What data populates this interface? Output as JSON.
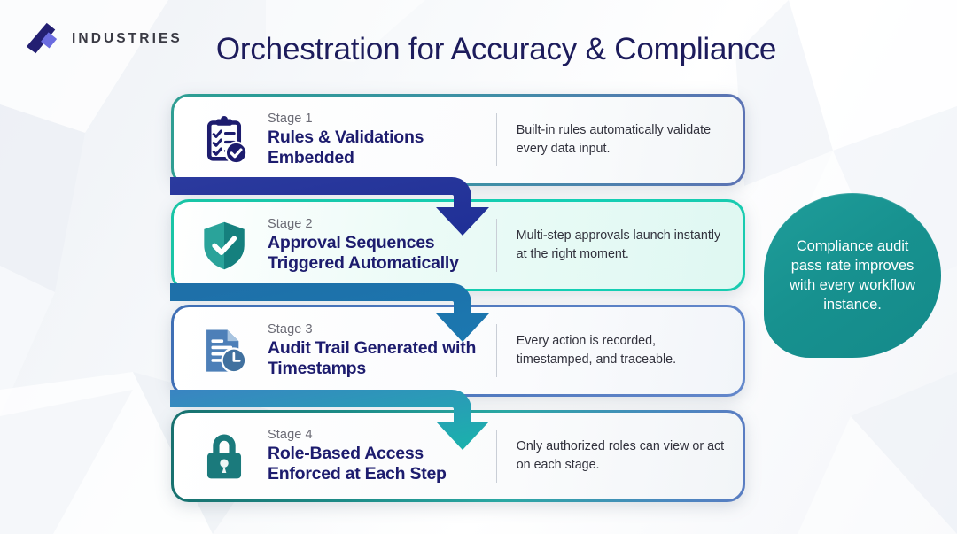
{
  "brand": {
    "name": "INDUSTRIES",
    "logo_icon": "logo-diamond-slash-icon",
    "logo_dark_color": "#231f72",
    "logo_light_color": "#6b6ce0"
  },
  "header": {
    "title": "Orchestration for Accuracy & Compliance",
    "title_color": "#1d1c5c"
  },
  "stages": [
    {
      "stage_label": "Stage 1",
      "title": "Rules & Validations Embedded",
      "description": "Built-in rules automatically validate every data input.",
      "icon": "clipboard-checklist-icon",
      "icon_color": "#1d1c6e",
      "border_from": "#2f9e93",
      "border_to": "#5c73b4",
      "card_bg": "#ffffff"
    },
    {
      "stage_label": "Stage 2",
      "title": "Approval Sequences Triggered Automatically",
      "description": "Multi-step approvals launch instantly at the right moment.",
      "icon": "shield-check-icon",
      "icon_color": "#179a90",
      "border_from": "#19c5a6",
      "border_to": "#19cbb0",
      "card_bg": "#dff8f2"
    },
    {
      "stage_label": "Stage 3",
      "title": "Audit Trail Generated with Timestamps",
      "description": "Every action is recorded, timestamped, and traceable.",
      "icon": "document-clock-icon",
      "icon_color": "#4a76bb",
      "border_from": "#3f6fb5",
      "border_to": "#6387cb",
      "card_bg": "#ffffff"
    },
    {
      "stage_label": "Stage 4",
      "title": "Role-Based Access Enforced at Each Step",
      "description": "Only authorized roles can view or act on each stage.",
      "icon": "padlock-icon",
      "icon_color": "#1b7a7c",
      "border_from": "#18716f",
      "border_to": "#5a7dc2",
      "card_bg": "#ffffff"
    }
  ],
  "connectors": [
    {
      "name": "arrow-stage1-to-stage2",
      "color_from": "#2b3a9e",
      "color_to": "#1f2f96"
    },
    {
      "name": "arrow-stage2-to-stage3",
      "color_from": "#1e6fa8",
      "color_to": "#1b78b0"
    },
    {
      "name": "arrow-stage3-to-stage4",
      "color_from": "#3a84c2",
      "color_to": "#19b3ab"
    }
  ],
  "callout": {
    "text": "Compliance audit pass rate improves with every workflow instance.",
    "bg_color": "#17918f",
    "glow_color": "#2dd4bf",
    "text_color": "#ffffff"
  }
}
